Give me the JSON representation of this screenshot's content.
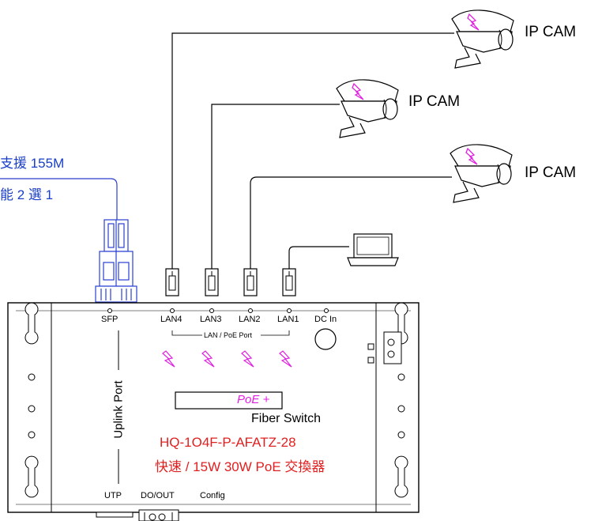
{
  "cameras": [
    {
      "label": "IP CAM"
    },
    {
      "label": "IP CAM"
    },
    {
      "label": "IP CAM"
    }
  ],
  "notes": {
    "line1": "支援 155M",
    "line2": "能 2 選 1"
  },
  "ports": {
    "sfp": "SFP",
    "lan4": "LAN4",
    "lan3": "LAN3",
    "lan2": "LAN2",
    "lan1": "LAN1",
    "dc_in": "DC In",
    "group_label": "LAN / PoE Port",
    "utp": "UTP",
    "do_out": "DO/OUT",
    "config": "Config"
  },
  "device": {
    "uplink_label": "Uplink Port",
    "poe_badge": "PoE +",
    "type": "Fiber Switch",
    "model": "HQ-1O4F-P-AFATZ-28",
    "description": "快速 / 15W 30W PoE 交換器"
  },
  "colors": {
    "line": "#000000",
    "fiber": "#2a3fd0",
    "poe": "#e020e0",
    "model_red": "#e02020",
    "note_blue": "#1a3ec8"
  }
}
